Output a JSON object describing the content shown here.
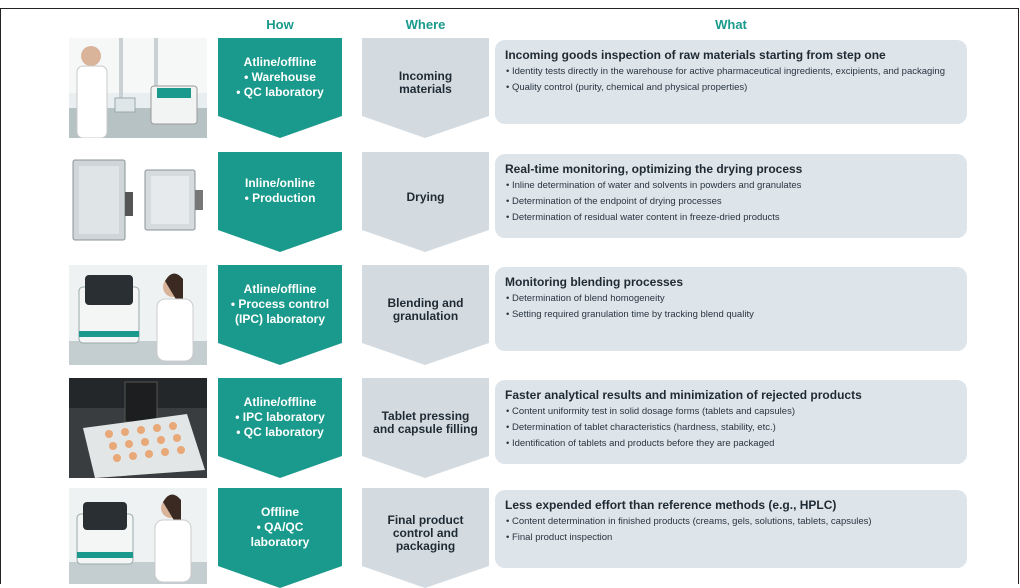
{
  "headers": {
    "how": "How",
    "where": "Where",
    "what": "What"
  },
  "rows": [
    {
      "how": [
        "Atline/offline",
        "• Warehouse",
        "• QC laboratory"
      ],
      "where": [
        "Incoming",
        "materials"
      ],
      "what_title": "Incoming goods inspection of raw materials starting from step one",
      "bullets": [
        "• Identity tests directly in the warehouse for active pharmaceutical ingredients, excipients, and packaging",
        "• Quality control (purity, chemical and physical properties)"
      ]
    },
    {
      "how": [
        "Inline/online",
        "• Production"
      ],
      "where": [
        "Drying"
      ],
      "what_title": "Real-time monitoring, optimizing the drying process",
      "bullets": [
        "• Inline determination of water and solvents in powders and granulates",
        "• Determination of the endpoint of drying processes",
        "• Determination of residual water content in freeze-dried products"
      ]
    },
    {
      "how": [
        "Atline/offline",
        "• Process control",
        "(IPC) laboratory"
      ],
      "where": [
        "Blending and",
        "granulation"
      ],
      "what_title": "Monitoring blending processes",
      "bullets": [
        "• Determination of blend homogeneity",
        "• Setting required granulation time by tracking blend quality"
      ]
    },
    {
      "how": [
        "Atline/offline",
        "• IPC laboratory",
        "• QC laboratory"
      ],
      "where": [
        "Tablet pressing",
        "and capsule filling"
      ],
      "what_title": "Faster analytical results and minimization of rejected products",
      "bullets": [
        "• Content uniformity test in solid dosage forms (tablets and capsules)",
        "• Determination of tablet characteristics (hardness, stability, etc.)",
        "• Identification of tablets and products before they are packaged"
      ]
    },
    {
      "how": [
        "Offline",
        "• QA/QC",
        "laboratory"
      ],
      "where": [
        "Final product",
        "control and",
        "packaging"
      ],
      "what_title": "Less expended effort than reference methods (e.g., HPLC)",
      "bullets": [
        "• Content determination in finished products (creams, gels, solutions, tablets, capsules)",
        "• Final product inspection"
      ]
    }
  ],
  "colors": {
    "teal": "#1a9a8c",
    "grey_arrow": "#d3dbe1",
    "box": "#dde4ea"
  }
}
